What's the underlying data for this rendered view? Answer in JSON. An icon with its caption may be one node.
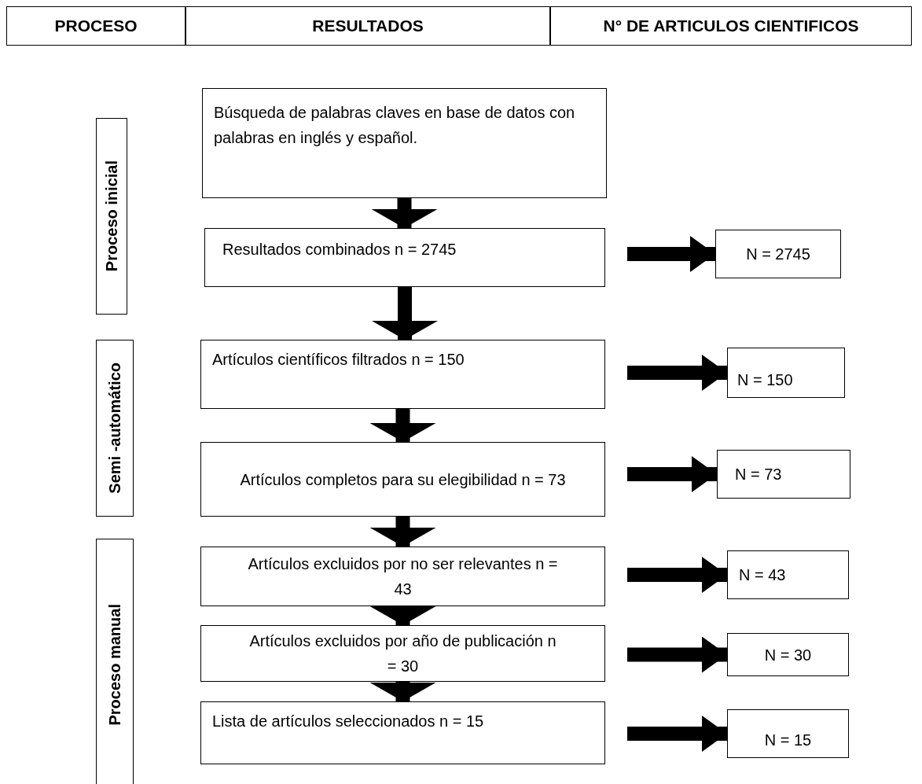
{
  "diagram": {
    "nodes": [
      {
        "text": [
          "PROCESO"
        ]
      },
      {
        "text": [
          "RESULTADOS"
        ]
      },
      {
        "text": [
          "N° DE ARTICULOS CIENTIFICOS"
        ]
      },
      {
        "text": [
          "Proceso inicial"
        ]
      },
      {
        "text": [
          "Búsqueda de palabras claves en base de datos con palabras en inglés y español."
        ]
      },
      {
        "text": [
          "Resultados combinados  n = 2745"
        ]
      },
      {
        "text": [
          "N = 2745"
        ]
      },
      {
        "text": [
          "Semi -automático"
        ]
      },
      {
        "text": [
          "Artículos científicos filtrados  n = 150"
        ]
      },
      {
        "text": [
          "N = 150"
        ]
      },
      {
        "text": [
          "Artículos completos para su elegibilidad n = 73"
        ]
      },
      {
        "text": [
          "N = 73"
        ]
      },
      {
        "text": [
          "Proceso manual"
        ]
      },
      {
        "text": [
          "Artículos excluidos por no ser relevantes n = 43"
        ]
      },
      {
        "text": [
          "N = 43"
        ]
      },
      {
        "text": [
          "Artículos excluidos por año de publicación  n = 30"
        ]
      },
      {
        "text": [
          "N = 30"
        ]
      },
      {
        "text": [
          "Lista de artículos seleccionados n = 15"
        ]
      },
      {
        "text": [
          "N = 15"
        ]
      }
    ],
    "edges": [
      {
        "from": 4,
        "to": 5,
        "arrow": "to"
      },
      {
        "from": 5,
        "to": 6,
        "arrow": "to"
      },
      {
        "from": 5,
        "to": 8,
        "arrow": "to"
      },
      {
        "from": 8,
        "to": 9,
        "arrow": "to"
      },
      {
        "from": 8,
        "to": 10,
        "arrow": "to"
      },
      {
        "from": 10,
        "to": 11,
        "arrow": "to"
      },
      {
        "from": 10,
        "to": 13,
        "arrow": "to"
      },
      {
        "from": 13,
        "to": 14,
        "arrow": "to"
      },
      {
        "from": 13,
        "to": 15,
        "arrow": "to"
      },
      {
        "from": 15,
        "to": 16,
        "arrow": "to"
      },
      {
        "from": 15,
        "to": 17,
        "arrow": "to"
      },
      {
        "from": 17,
        "to": 18,
        "arrow": "to"
      }
    ]
  }
}
